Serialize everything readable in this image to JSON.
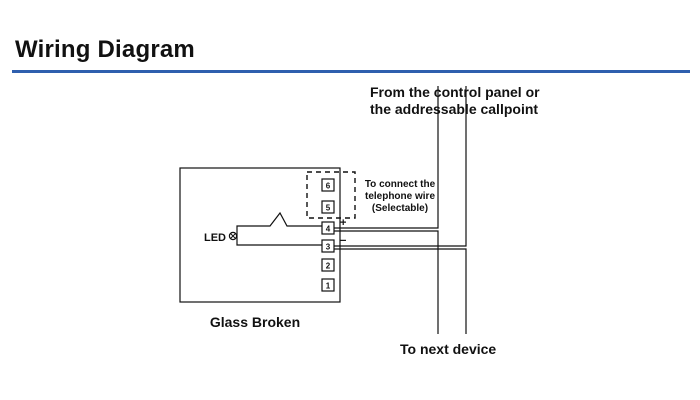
{
  "header": {
    "title": "Wiring Diagram"
  },
  "diagram": {
    "source_label_line1": "From the control panel or",
    "source_label_line2": "the addressable callpoint",
    "selectable_line1": "To connect the",
    "selectable_line2": "telephone wire",
    "selectable_line3": "(Selectable)",
    "led_label": "LED",
    "plus_sign": "+",
    "minus_sign": "−",
    "terminals": [
      "6",
      "5",
      "4",
      "3",
      "2",
      "1"
    ],
    "device_label": "Glass Broken",
    "next_device_label": "To next device",
    "colors": {
      "accent": "#2f5fae",
      "line": "#111111"
    }
  }
}
